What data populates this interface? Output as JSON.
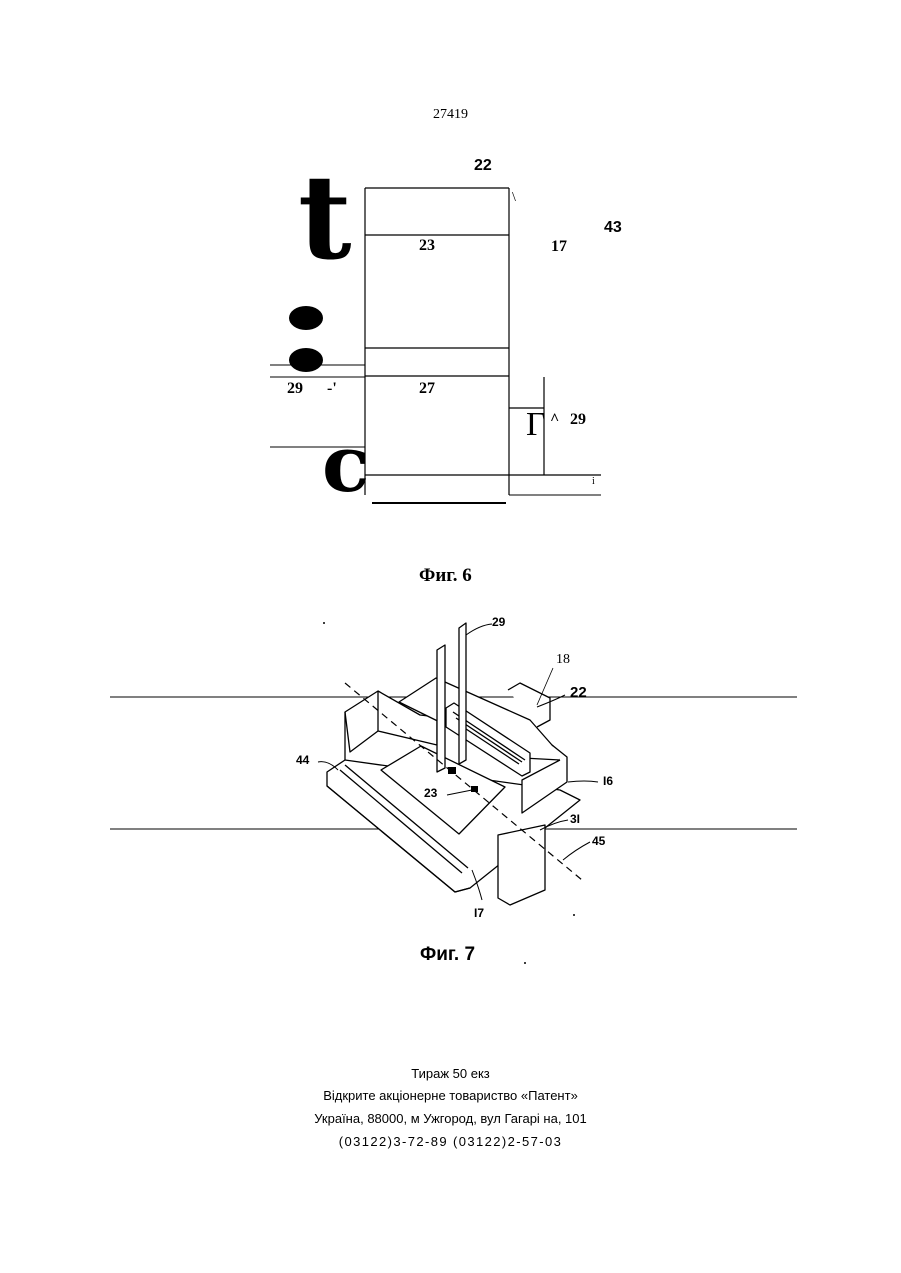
{
  "page_number": "27419",
  "fig6": {
    "caption": "Фиг. 6",
    "labels": {
      "l22": "22",
      "l43": "43",
      "l23": "23",
      "l17": "17",
      "l29_left": "29",
      "l_dash": "-'",
      "l27": "27",
      "l29_right": "29",
      "l_caret": "^",
      "l_gamma": "Г",
      "l_backslash": "\\",
      "l_i": "i"
    },
    "glyphs": {
      "t": "t",
      "c": "c"
    }
  },
  "fig7": {
    "caption": "Фиг. 7",
    "labels": {
      "l29": "29",
      "l18": "18",
      "l22": "22",
      "l44": "44",
      "l23": "23",
      "l16": "I6",
      "l31": "3I",
      "l45": "45",
      "l17": "I7"
    }
  },
  "footer": {
    "line1": "Тираж 50 екз",
    "line2": "Відкрите акціонерне товариство «Патент»",
    "line3": "Україна, 88000, м Ужгород, вул Гагарі на, 101",
    "line4": "(03122)3-72-89   (03122)2-57-03"
  }
}
